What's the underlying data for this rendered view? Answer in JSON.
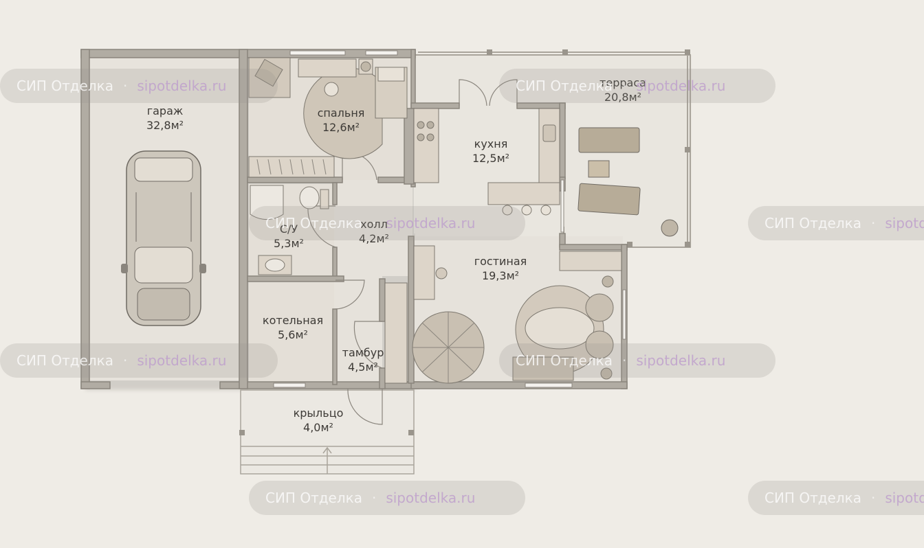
{
  "rooms": {
    "garage": {
      "name": "гараж",
      "area": "32,8м²"
    },
    "bedroom": {
      "name": "спальня",
      "area": "12,6м²"
    },
    "kitchen": {
      "name": "кухня",
      "area": "12,5м²"
    },
    "terrace": {
      "name": "терраса",
      "area": "20,8м²"
    },
    "bathroom": {
      "name": "С/У",
      "area": "5,3м²"
    },
    "hall": {
      "name": "холл",
      "area": "4,2м²"
    },
    "living": {
      "name": "гостиная",
      "area": "19,3м²"
    },
    "boiler": {
      "name": "котельная",
      "area": "5,6м²"
    },
    "vestibule": {
      "name": "тамбур",
      "area": "4,5м²"
    },
    "porch": {
      "name": "крыльцо",
      "area": "4,0м²"
    }
  },
  "watermark": {
    "name": "СИП Отделка",
    "separator": "·",
    "url": "sipotdelka.ru"
  },
  "colors": {
    "background": "#efece6",
    "wall": "#8a857d",
    "wall_fill": "#b1aca3",
    "furniture": "#c9c0b2"
  }
}
